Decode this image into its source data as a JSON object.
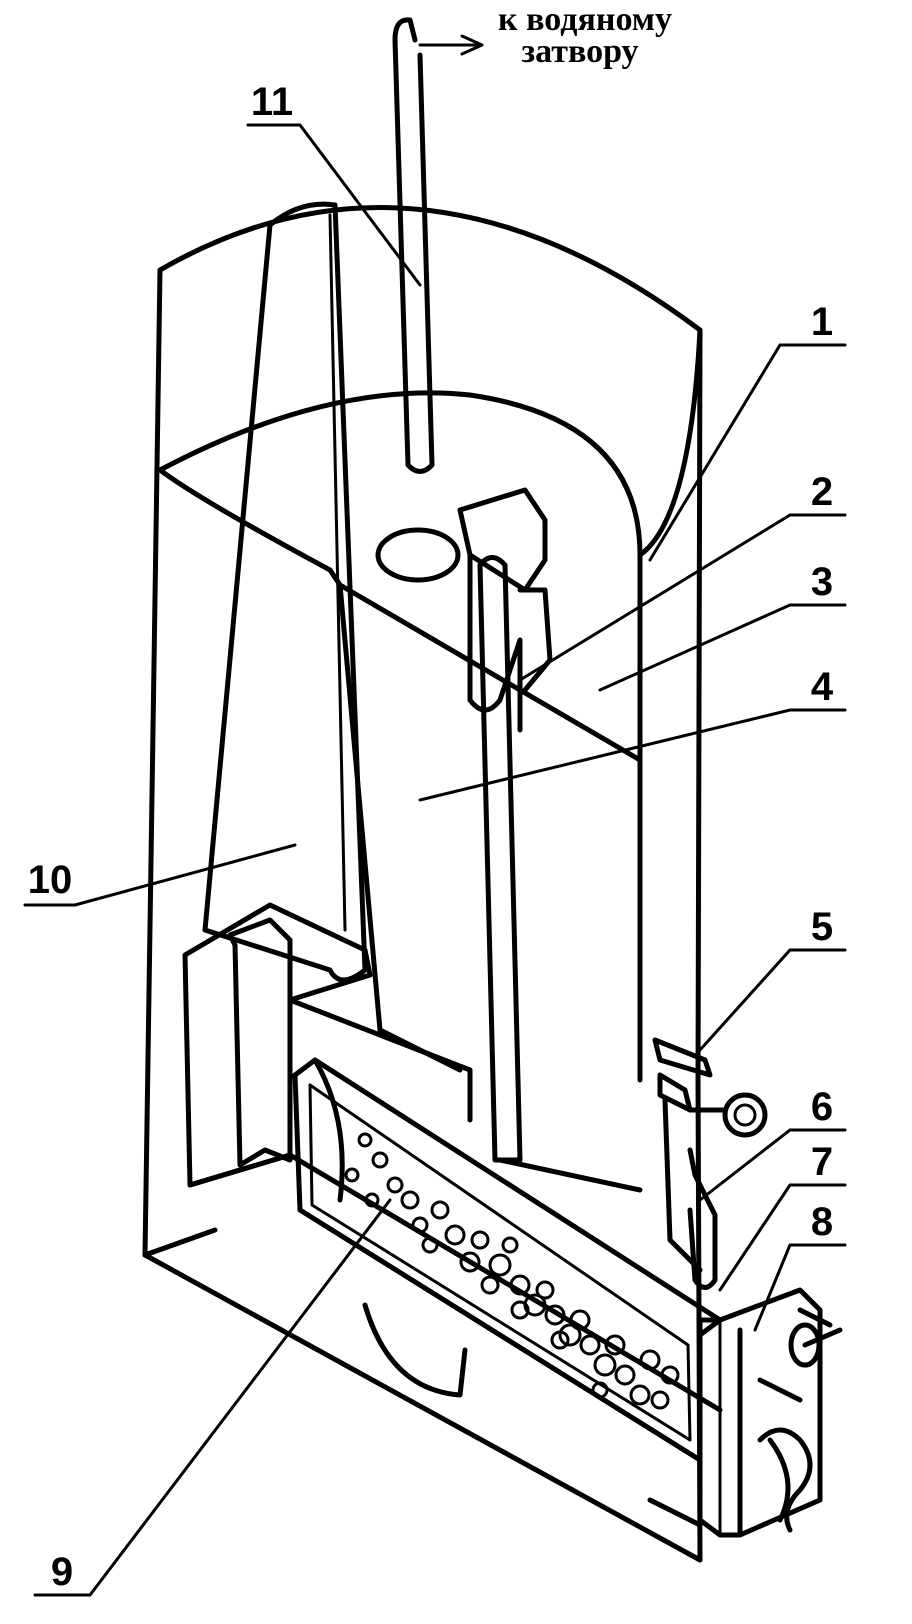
{
  "caption": {
    "line1": "к водяному",
    "line2": "затвору"
  },
  "labels": [
    "1",
    "2",
    "3",
    "4",
    "5",
    "6",
    "7",
    "8",
    "9",
    "10",
    "11"
  ],
  "colors": {
    "ink": "#000000",
    "paper": "#ffffff"
  }
}
